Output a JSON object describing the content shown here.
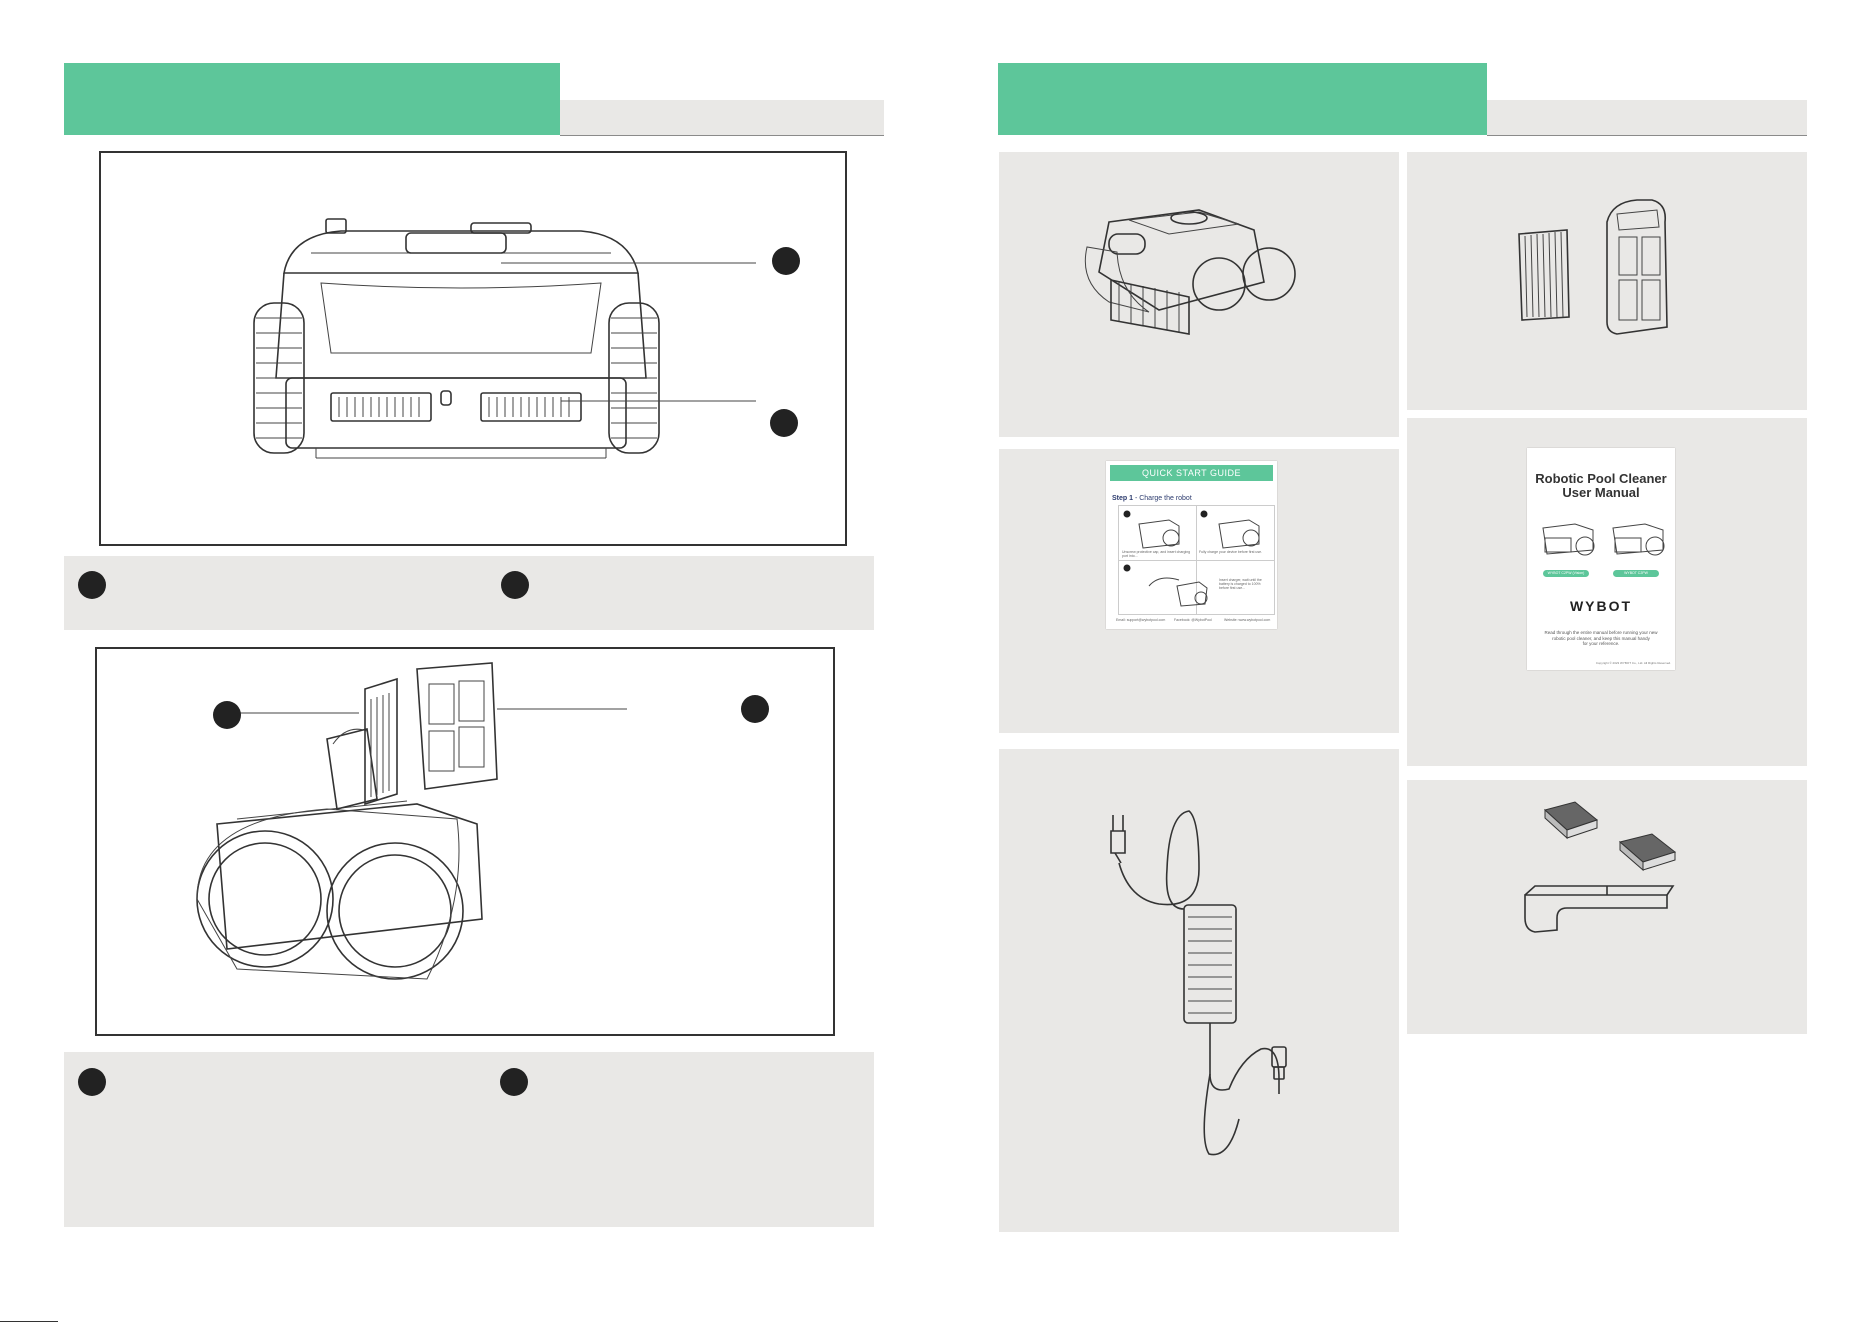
{
  "colors": {
    "accent": "#5dc69a",
    "panel": "#e9e8e6"
  },
  "left_page": {
    "top_figure": {
      "callouts": [
        "",
        ""
      ]
    },
    "bottom_figure": {
      "callouts": [
        "",
        ""
      ]
    }
  },
  "right_page": {
    "items": [
      {
        "icon": "robot-cleaner-icon"
      },
      {
        "icon": "filter-basket-icon"
      },
      {
        "icon": "quick-start-guide-icon"
      },
      {
        "icon": "user-manual-icon"
      },
      {
        "icon": "power-adapter-icon"
      },
      {
        "icon": "spare-parts-icon"
      }
    ],
    "quick_start": {
      "header": "QUICK START GUIDE",
      "step_bold": "Step 1",
      "step_text": " - Charge the robot",
      "cap_1": "Unscrew protective cap, and insert charging port into...",
      "cap_2": "Fully charge your device before first use.",
      "cap_4": "Insert charger, wait until the battery is charged to 100% before first use...",
      "footer_email": "Email: support@wybotpool.com",
      "footer_fb": "Facebook: @WybotPool",
      "footer_web": "Website: www.wybotpool.com"
    },
    "manual": {
      "title_line1": "Robotic Pool Cleaner",
      "title_line2": "User Manual",
      "pill_left": "WYBOT C2PW (Vision)",
      "pill_right": "WYBOT C2PW",
      "brand": "WYBOT",
      "read_line1": "Read through the entire manual before running your new",
      "read_line2": "robotic pool cleaner, and keep this manual handy",
      "read_line3": "for your reference.",
      "copyright": "Copyright © 2023 WYBOT Co., Ltd. All Rights Reserved."
    }
  }
}
